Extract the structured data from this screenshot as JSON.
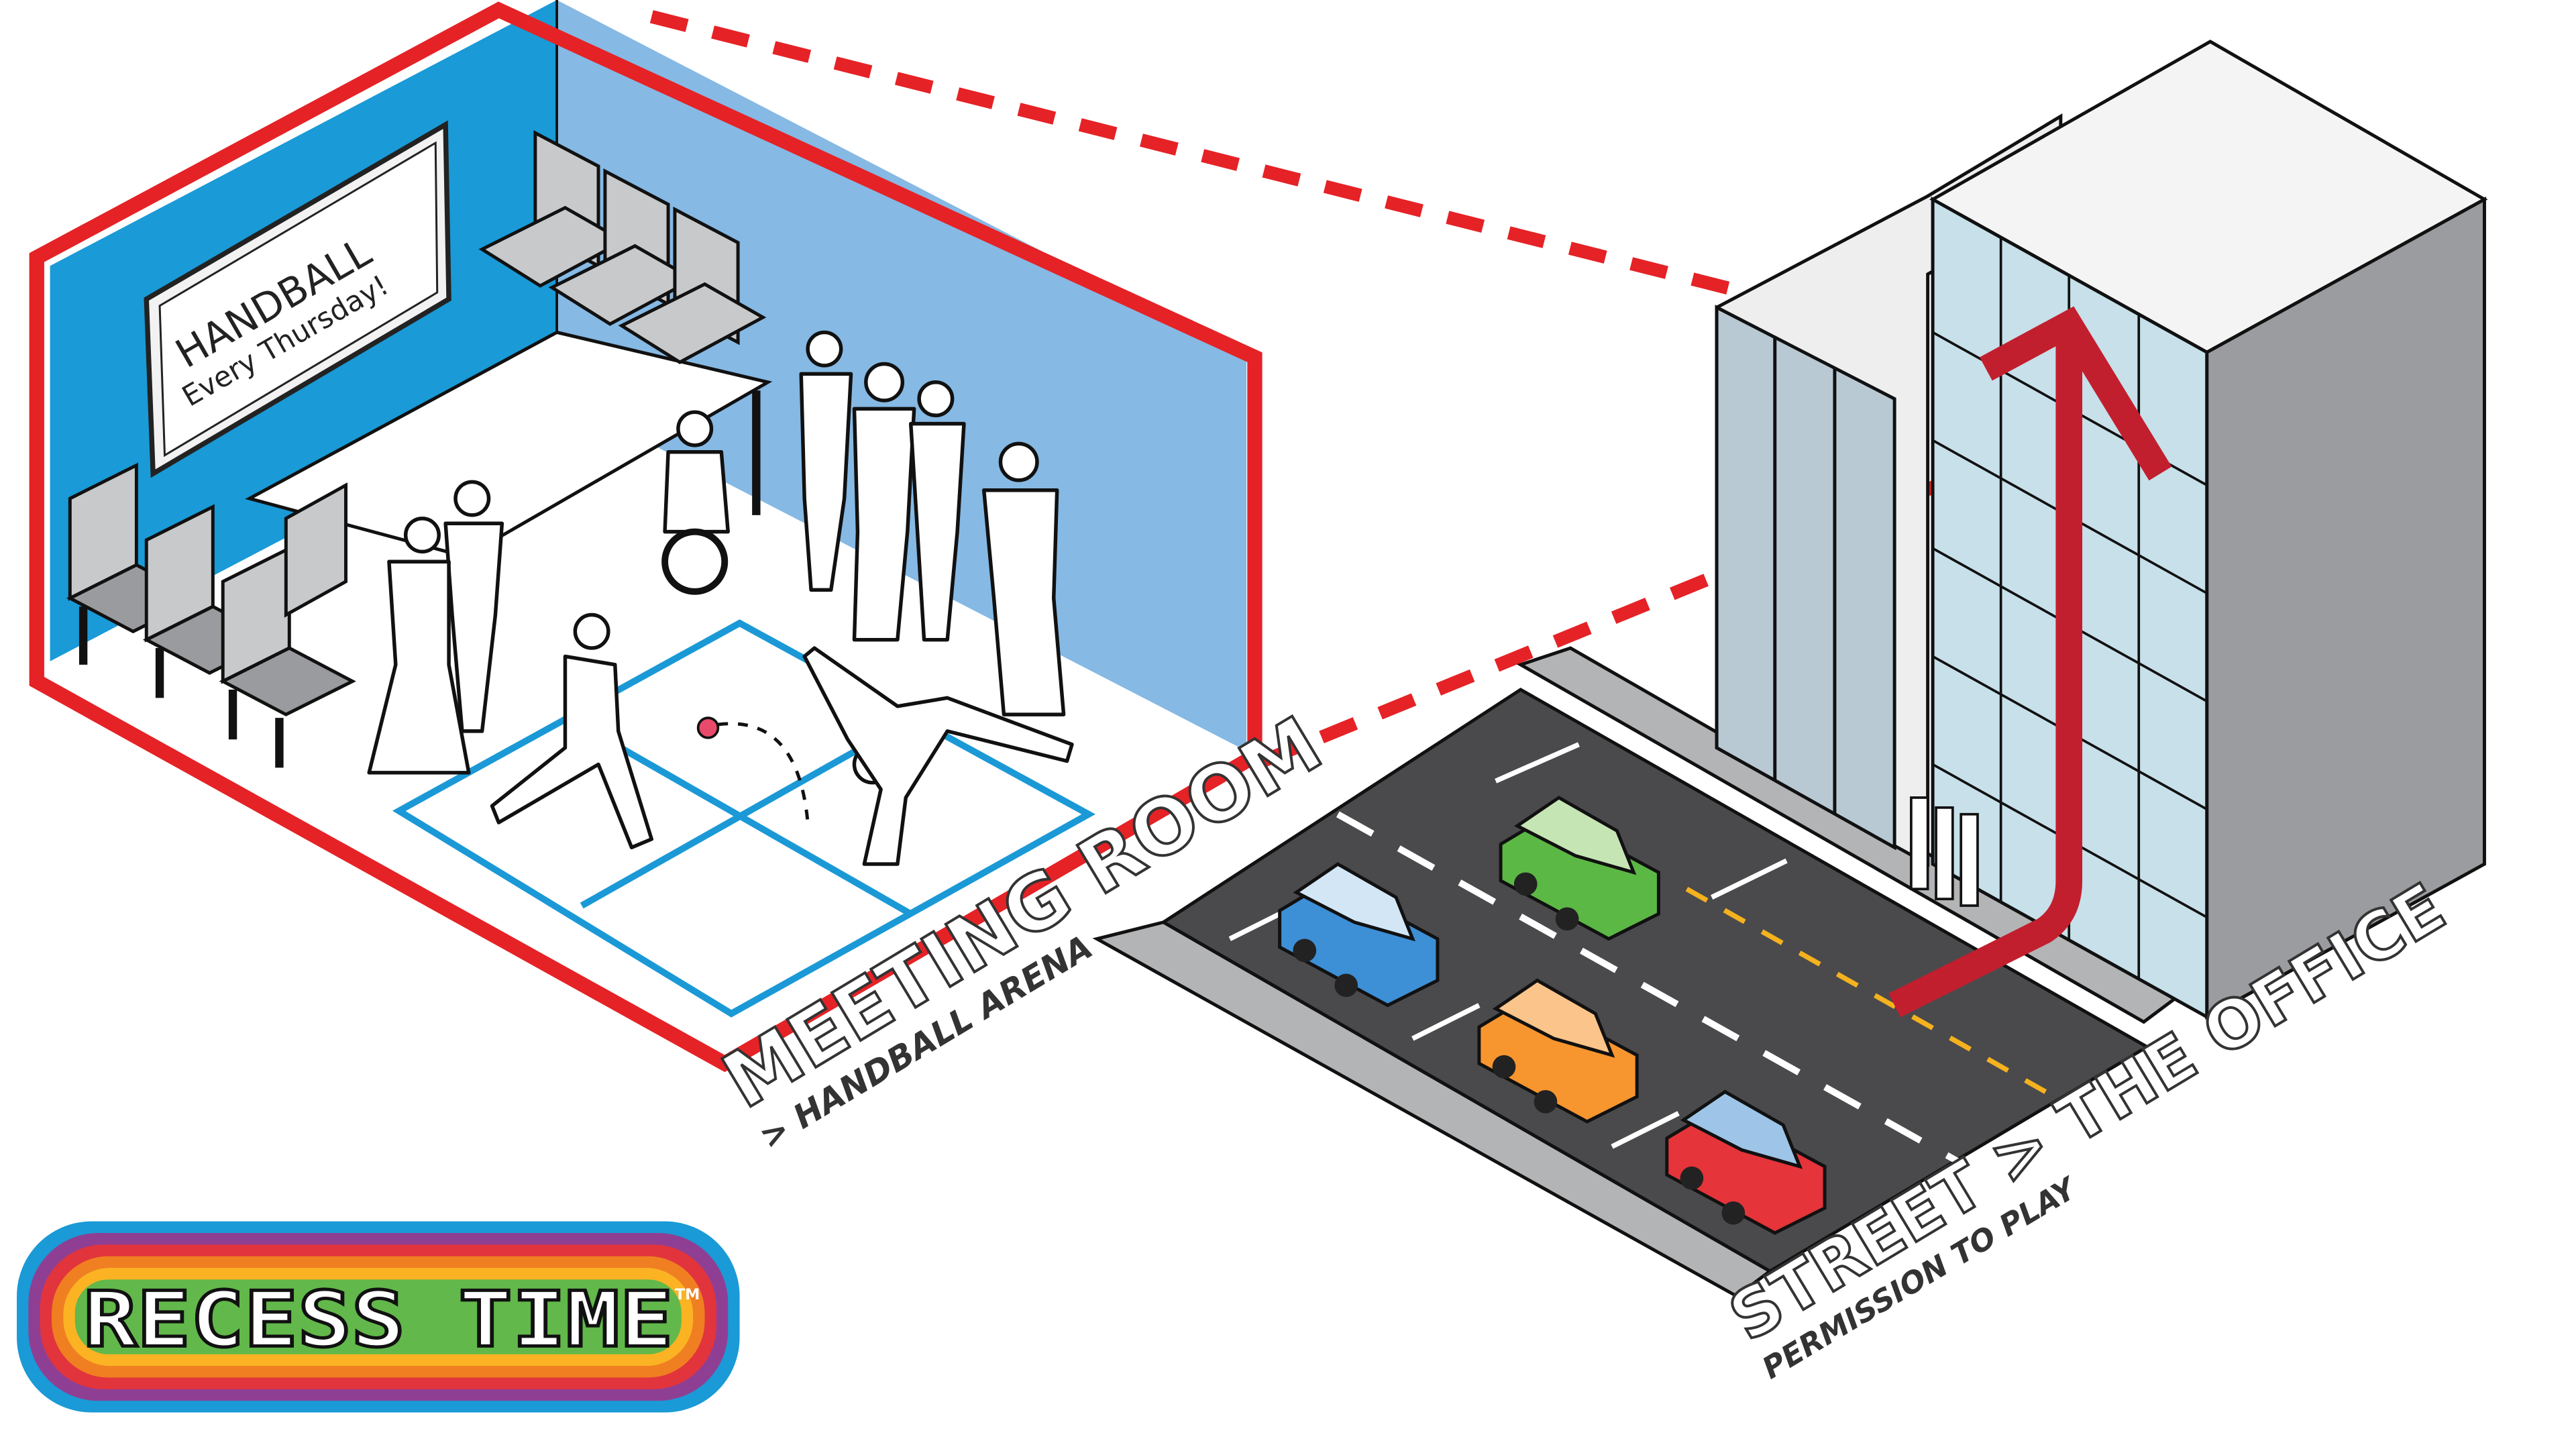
{
  "whiteboard": {
    "line1": "HANDBALL",
    "line2": "Every Thursday!"
  },
  "labels": {
    "room_title": "MEETING ROOM",
    "room_subtitle": "> HANDBALL ARENA",
    "street_title": "STREET > THE OFFICE",
    "street_subtitle": "PERMISSION TO PLAY"
  },
  "logo": {
    "text": "RECESS TIME",
    "trademark": "TM"
  },
  "colors": {
    "frame_red": "#e52226",
    "wall_dark_blue": "#1a9ad6",
    "wall_light_blue": "#86b9e4",
    "court_blue": "#1b99d6",
    "arrow_red": "#c21f2e",
    "road": "#4a4a4c",
    "glass": "#c7e0ea"
  },
  "cars": [
    {
      "name": "blue-car",
      "color": "#3d8fd6"
    },
    {
      "name": "green-car",
      "color": "#5cb845"
    },
    {
      "name": "orange-car",
      "color": "#f7952f"
    },
    {
      "name": "red-car",
      "color": "#e5343a"
    }
  ]
}
